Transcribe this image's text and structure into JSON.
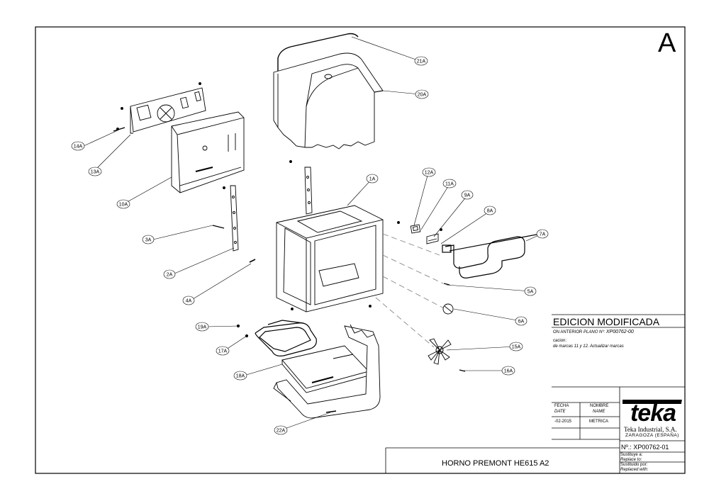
{
  "sheet": {
    "letter": "A"
  },
  "callouts": [
    {
      "id": "1A",
      "label": "1A"
    },
    {
      "id": "2A",
      "label": "2A"
    },
    {
      "id": "3A",
      "label": "3A"
    },
    {
      "id": "4A",
      "label": "4A"
    },
    {
      "id": "5A",
      "label": "5A"
    },
    {
      "id": "6A",
      "label": "6A"
    },
    {
      "id": "7A",
      "label": "7A"
    },
    {
      "id": "8A",
      "label": "8A"
    },
    {
      "id": "9A",
      "label": "9A"
    },
    {
      "id": "10A",
      "label": "10A"
    },
    {
      "id": "11A",
      "label": "11A"
    },
    {
      "id": "12A",
      "label": "12A"
    },
    {
      "id": "13A",
      "label": "13A"
    },
    {
      "id": "14A",
      "label": "14A"
    },
    {
      "id": "15A",
      "label": "15A"
    },
    {
      "id": "16A",
      "label": "16A"
    },
    {
      "id": "17A",
      "label": "17A"
    },
    {
      "id": "18A",
      "label": "18A"
    },
    {
      "id": "19A",
      "label": "19A"
    },
    {
      "id": "20A",
      "label": "20A"
    },
    {
      "id": "21A",
      "label": "21A"
    },
    {
      "id": "22A",
      "label": "22A"
    }
  ],
  "title_block": {
    "heading": "EDICION MODIFICADA",
    "previous_plan_label": "ON ANTERIOR",
    "previous_plan_prefix": "PLANO Nº:",
    "previous_plan_number": "XP00762-00",
    "description_label": "cacion:",
    "description": "de marcas 11 y 12. Actualizar marcas",
    "col_date_es": "FECHA",
    "col_date_en": "DATE",
    "col_name_es": "NOMBRE",
    "col_name_en": "NAME",
    "date_value": "-02-2015",
    "name_value": "METRICA",
    "logo_text": "teka",
    "company": "Teka Industrial, S.A.",
    "location": "ZARAGOZA (ESPAÑA)",
    "number_label": "Nº.:",
    "number_value": "XP00762-01",
    "replaces_es": "Sustituye a:",
    "replaces_en": "Replace to:",
    "replaced_es": "Sustituido por:",
    "replaced_en": "Replaced with:",
    "title": "HORNO PREMONT HE615 A2"
  }
}
